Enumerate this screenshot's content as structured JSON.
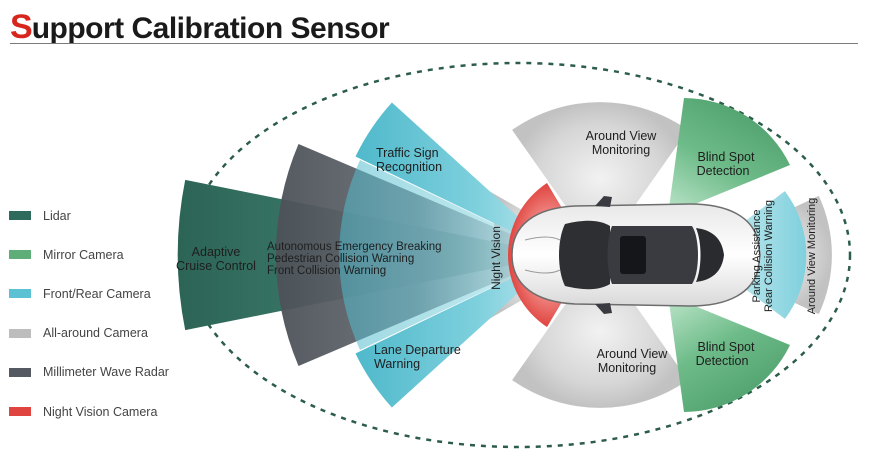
{
  "title": {
    "first_letter": "S",
    "rest": "upport Calibration Sensor"
  },
  "colors": {
    "lidar": "#2f6b5c",
    "mirror": "#5fae7a",
    "front_rear": "#5cc2d3",
    "all_around": "#bdbdbd",
    "radar": "#555a62",
    "night": "#e0443f",
    "accent_red": "#d7261e",
    "dotted_ellipse": "#2c5d4a"
  },
  "legend": [
    {
      "key": "lidar",
      "label": "Lidar",
      "color": "#2f6b5c"
    },
    {
      "key": "mirror",
      "label": "Mirror Camera",
      "color": "#5fae7a"
    },
    {
      "key": "front_rear",
      "label": "Front/Rear Camera",
      "color": "#5cc2d3"
    },
    {
      "key": "all_around",
      "label": "All-around Camera",
      "color": "#bdbdbd"
    },
    {
      "key": "radar",
      "label": "Millimeter Wave Radar",
      "color": "#555a62"
    },
    {
      "key": "night",
      "label": "Night Vision Camera",
      "color": "#e0443f"
    }
  ],
  "zones": {
    "acc": {
      "line1": "Adaptive",
      "line2": "Cruise Control"
    },
    "aeb": {
      "line1": "Autonomous Emergency Breaking",
      "line2": "Pedestrian Collision Warning",
      "line3": "Front Collision Warning"
    },
    "tsr": {
      "line1": "Traffic Sign",
      "line2": "Recognition"
    },
    "ldw": {
      "line1": "Lane Departure",
      "line2": "Warning"
    },
    "night": {
      "label": "Night Vision"
    },
    "avm_top": {
      "line1": "Around View",
      "line2": "Monitoring"
    },
    "avm_bottom": {
      "line1": "Around View",
      "line2": "Monitoring"
    },
    "avm_rear": {
      "label": "Around View Monitoring"
    },
    "bsd_top": {
      "line1": "Blind Spot",
      "line2": "Detection"
    },
    "bsd_bottom": {
      "line1": "Blind Spot",
      "line2": "Detection"
    },
    "parking": {
      "line1": "Parking Assistance",
      "line2": "Rear Collision Warning"
    }
  }
}
